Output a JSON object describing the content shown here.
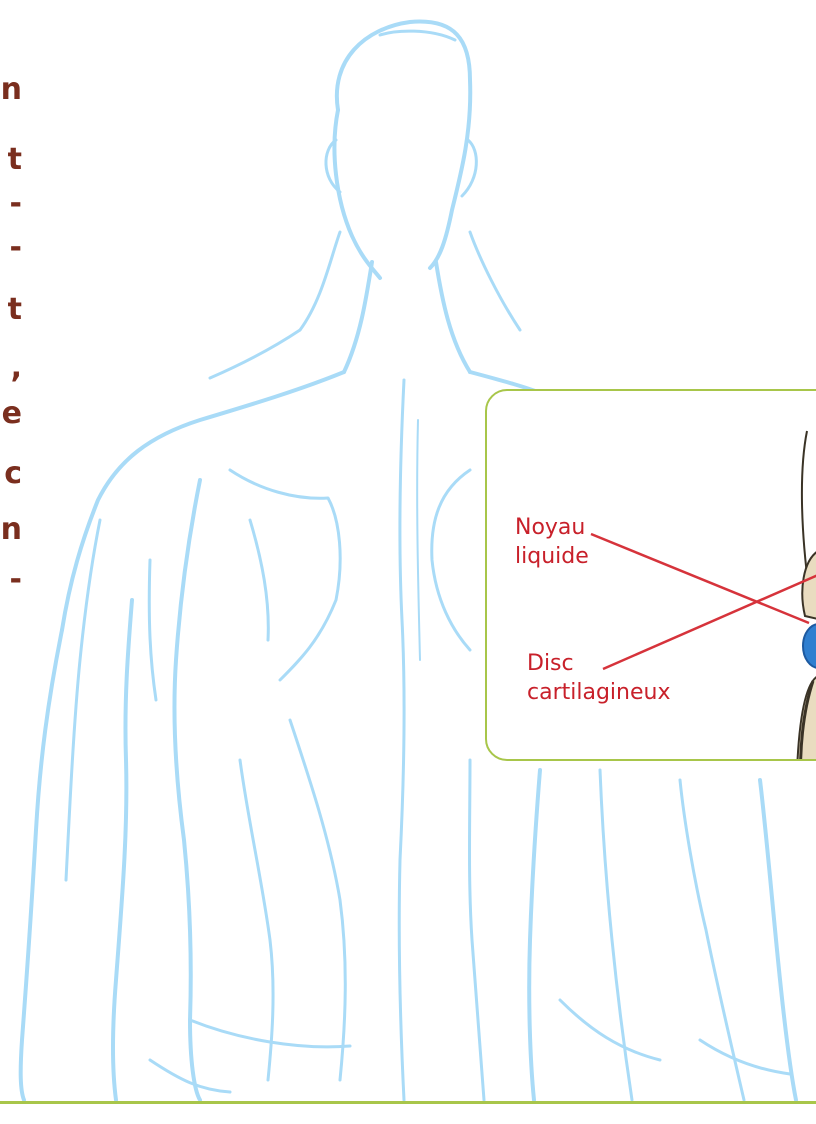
{
  "page_edge_text": {
    "glyphs": [
      "n",
      "t",
      "-",
      "-",
      "t",
      ",",
      "e",
      "c",
      "n",
      "-"
    ]
  },
  "inset": {
    "callouts": [
      {
        "id": "nucleus",
        "lines": [
          "Noyau",
          "liquide"
        ]
      },
      {
        "id": "disc",
        "lines": [
          "Disc",
          "cartilagineux"
        ]
      }
    ]
  },
  "colors": {
    "edge_text": "#7a2e1e",
    "callout_text": "#c8202a",
    "leader_line": "#d6333b",
    "frame_border": "#a8c64a",
    "figure_sketch": "#a9dbf7",
    "nucleus": "#2f7fd0",
    "vertebra_fill": "#e9dcc0",
    "vertebra_outline": "#3a3326"
  },
  "icons": {
    "background_figure": "back-view-human-sketch-icon",
    "spine_segment": "vertebra-disc-icon"
  }
}
